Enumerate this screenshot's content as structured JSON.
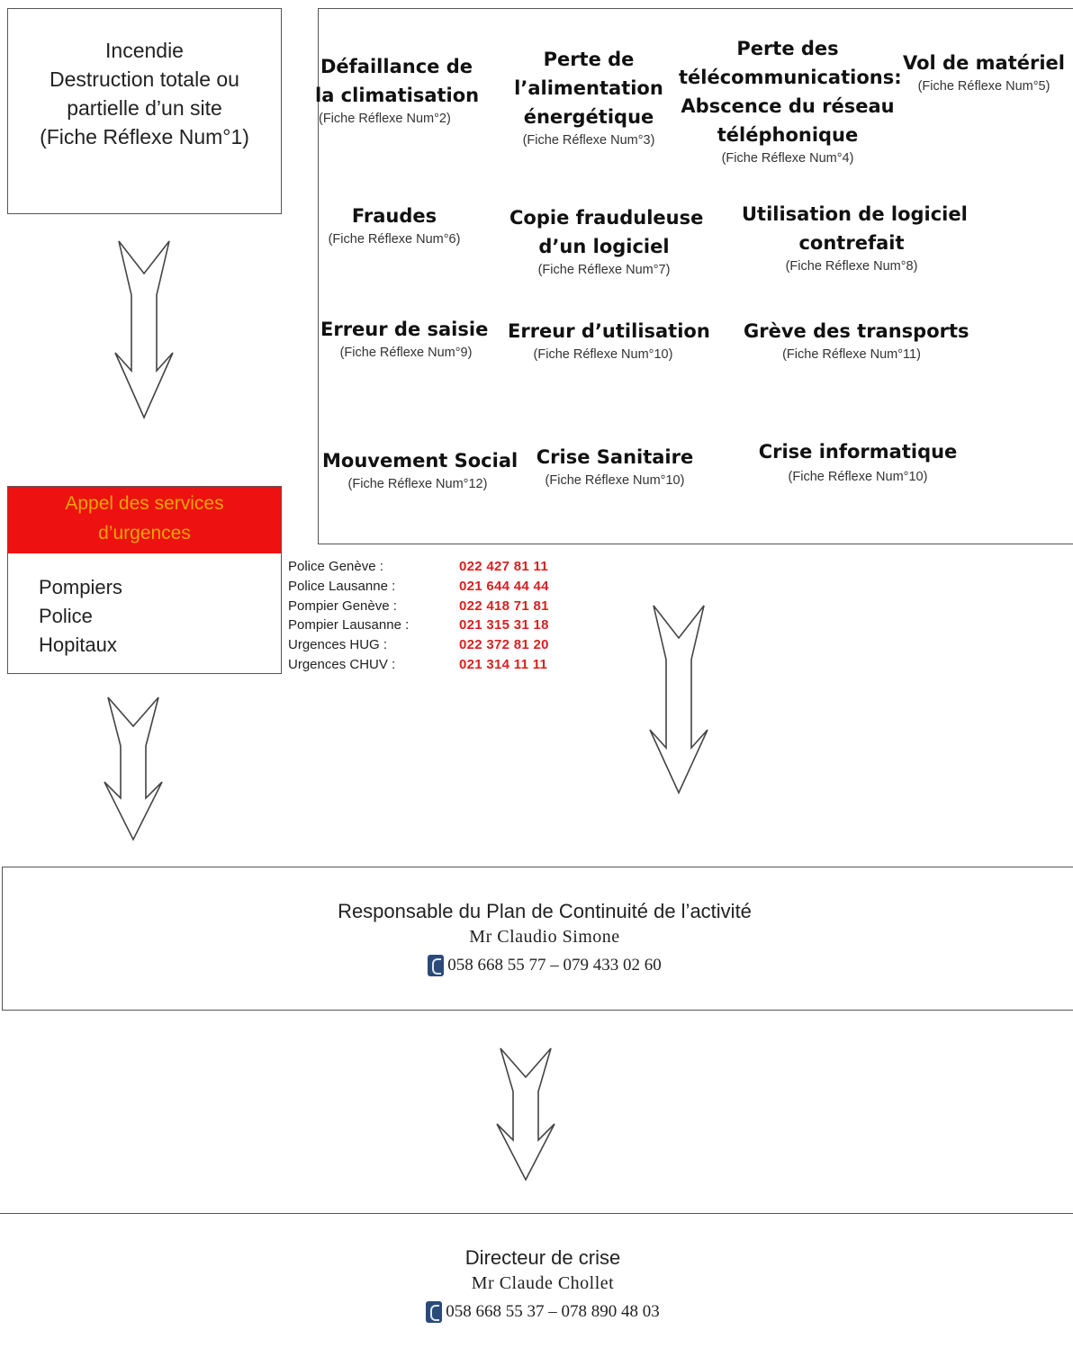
{
  "incendie": {
    "lines": [
      "Incendie",
      "Destruction totale ou",
      "partielle d’un site",
      "(Fiche Réflexe Num°1)"
    ]
  },
  "incidents": [
    {
      "title": [
        "Défaillance de",
        "la climatisation"
      ],
      "ref": "(Fiche Réflexe Num°2)"
    },
    {
      "title": [
        "Perte de",
        "l’alimentation",
        "énergétique"
      ],
      "ref": "(Fiche Réflexe Num°3)"
    },
    {
      "title": [
        "Perte des",
        "télécommunications:",
        "Abscence du réseau",
        "téléphonique"
      ],
      "ref": "(Fiche Réflexe Num°4)"
    },
    {
      "title": [
        "Vol de matériel"
      ],
      "ref": "(Fiche Réflexe Num°5)"
    },
    {
      "title": [
        "Fraudes"
      ],
      "ref": "(Fiche Réflexe Num°6)"
    },
    {
      "title": [
        "Copie frauduleuse",
        "d’un logiciel"
      ],
      "ref": "(Fiche Réflexe Num°7)"
    },
    {
      "title": [
        "Utilisation de logiciel",
        "contrefait"
      ],
      "ref": "(Fiche Réflexe Num°8)"
    },
    {
      "title": [
        "Erreur de saisie"
      ],
      "ref": "(Fiche Réflexe Num°9)"
    },
    {
      "title": [
        "Erreur d’utilisation"
      ],
      "ref": "(Fiche Réflexe Num°10)"
    },
    {
      "title": [
        "Grève des transports"
      ],
      "ref": "(Fiche Réflexe Num°11)"
    },
    {
      "title": [
        "Mouvement Social"
      ],
      "ref": "(Fiche Réflexe Num°12)"
    },
    {
      "title": [
        "Crise Sanitaire"
      ],
      "ref": "(Fiche Réflexe Num°10)"
    },
    {
      "title": [
        "Crise informatique"
      ],
      "ref": "(Fiche Réflexe Num°10)"
    }
  ],
  "urgences": {
    "header": [
      "Appel des services",
      "d’urgences"
    ],
    "services": [
      "Pompiers",
      "Police",
      "Hopitaux"
    ],
    "header_bg": "#ee1111",
    "header_fg": "#e6a600"
  },
  "phones": [
    {
      "label": "Police Genève :",
      "number": "022 427 81 11"
    },
    {
      "label": "Police Lausanne :",
      "number": "021 644 44 44"
    },
    {
      "label": "Pompier Genève :",
      "number": "022 418 71 81"
    },
    {
      "label": "Pompier Lausanne :",
      "number": "021 315 31 18"
    },
    {
      "label": "Urgences HUG :",
      "number": "022 372 81 20"
    },
    {
      "label": "Urgences CHUV :",
      "number": "021 314 11 11"
    }
  ],
  "phone_number_color": "#d92020",
  "responsable": {
    "role": "Responsable du Plan de Continuité de l’activité",
    "name": "Mr Claudio Simone",
    "phone": "058 668 55 77 – 079 433 02 60",
    "icon": "phone-icon"
  },
  "directeur": {
    "role": "Directeur de crise",
    "name": "Mr Claude Chollet",
    "phone": "058 668 55 37 – 078 890 48 03",
    "icon": "phone-icon"
  }
}
